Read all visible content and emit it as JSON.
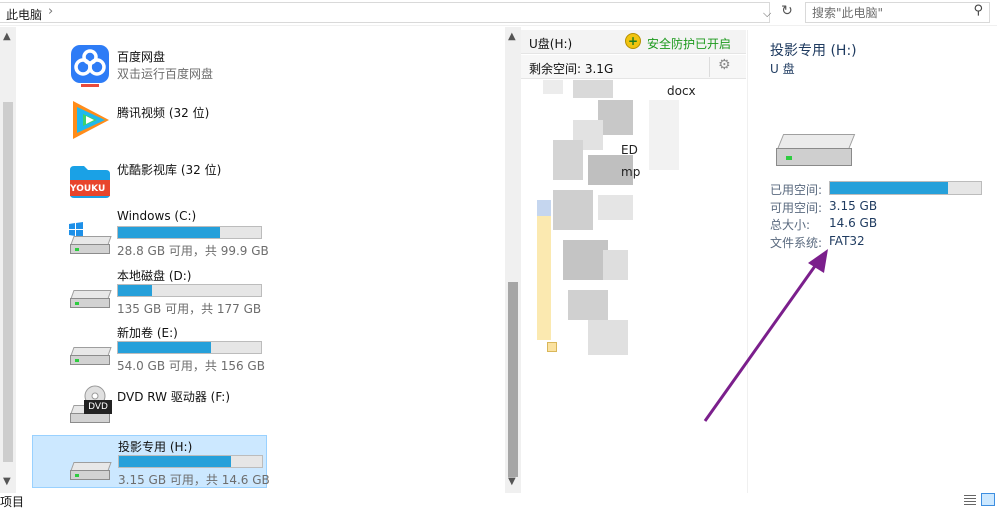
{
  "address": {
    "path": "此电脑",
    "search_placeholder": "搜索\"此电脑\""
  },
  "items": [
    {
      "name": "百度网盘",
      "sub": "双击运行百度网盘",
      "icon": "baidu-netdisk-icon"
    },
    {
      "name": "腾讯视频 (32 位)",
      "icon": "tencent-video-icon"
    },
    {
      "name": "优酷影视库 (32 位)",
      "icon": "youku-icon",
      "icon_text": "YOUKU"
    },
    {
      "name": "Windows (C:)",
      "sub": "28.8 GB 可用，共 99.9 GB",
      "used_fraction": 0.71,
      "icon": "windows-drive-icon"
    },
    {
      "name": "本地磁盘 (D:)",
      "sub": "135 GB 可用，共 177 GB",
      "used_fraction": 0.24,
      "icon": "drive-icon"
    },
    {
      "name": "新加卷 (E:)",
      "sub": "54.0 GB 可用，共 156 GB",
      "used_fraction": 0.65,
      "icon": "drive-icon"
    },
    {
      "name": "DVD RW 驱动器 (F:)",
      "icon": "dvd-drive-icon",
      "icon_text": "DVD"
    },
    {
      "name": "投影专用 (H:)",
      "sub": "3.15 GB 可用，共 14.6 GB",
      "used_fraction": 0.78,
      "icon": "drive-icon",
      "selected": true
    }
  ],
  "middle": {
    "title": "U盘(H:)",
    "safe_text": "安全防护已开启",
    "remaining": "剩余空间: 3.1G",
    "fragments": [
      "docx",
      "ED",
      "mp"
    ]
  },
  "details": {
    "name": "投影专用 (H:)",
    "type": "U 盘",
    "used_label": "已用空间:",
    "used_fraction": 0.78,
    "free_label": "可用空间:",
    "free_value": "3.15 GB",
    "total_label": "总大小:",
    "total_value": "14.6 GB",
    "fs_label": "文件系统:",
    "fs_value": "FAT32"
  },
  "status": {
    "text": "项目"
  },
  "colors": {
    "accent": "#26a0da",
    "selection": "#cce8ff",
    "safe_green": "#1d9a1d",
    "arrow": "#7b1f8c"
  }
}
